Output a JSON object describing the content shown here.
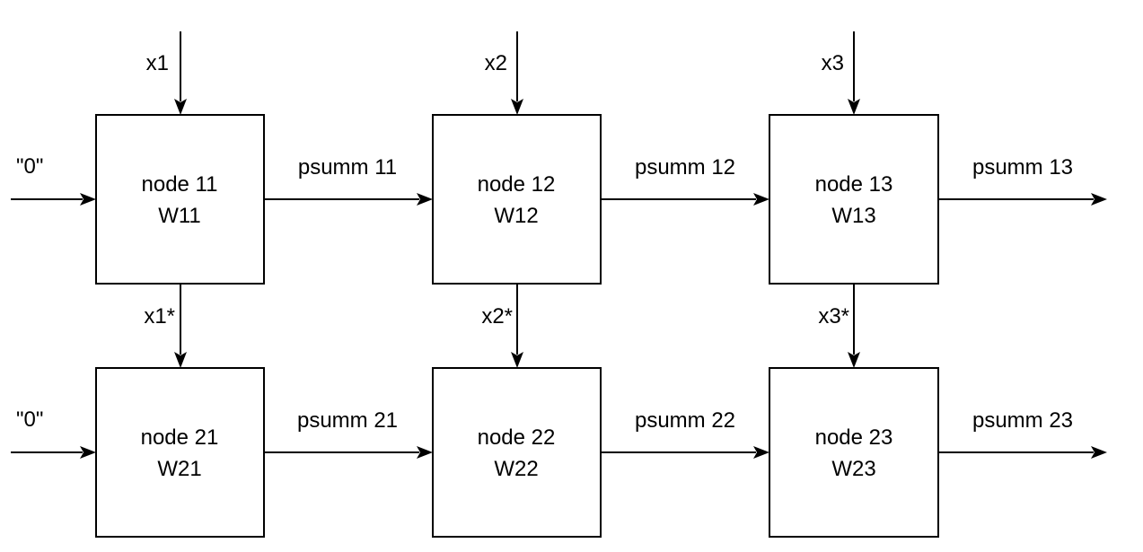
{
  "diagram": {
    "colors": {
      "stroke": "#000000",
      "fill": "#ffffff",
      "text": "#000000"
    },
    "nodes": [
      {
        "id": "n11",
        "line1": "node 11",
        "line2": "W11"
      },
      {
        "id": "n12",
        "line1": "node 12",
        "line2": "W12"
      },
      {
        "id": "n13",
        "line1": "node 13",
        "line2": "W13"
      },
      {
        "id": "n21",
        "line1": "node 21",
        "line2": "W21"
      },
      {
        "id": "n22",
        "line1": "node 22",
        "line2": "W22"
      },
      {
        "id": "n23",
        "line1": "node 23",
        "line2": "W23"
      }
    ],
    "inputs": {
      "top": [
        "x1",
        "x2",
        "x3"
      ],
      "passthrough": [
        "x1*",
        "x2*",
        "x3*"
      ],
      "row_initial": [
        "\"0\"",
        "\"0\""
      ]
    },
    "partial_sums": {
      "row1": [
        "psumm 11",
        "psumm 12",
        "psumm 13"
      ],
      "row2": [
        "psumm 21",
        "psumm 22",
        "psumm 23"
      ]
    }
  }
}
